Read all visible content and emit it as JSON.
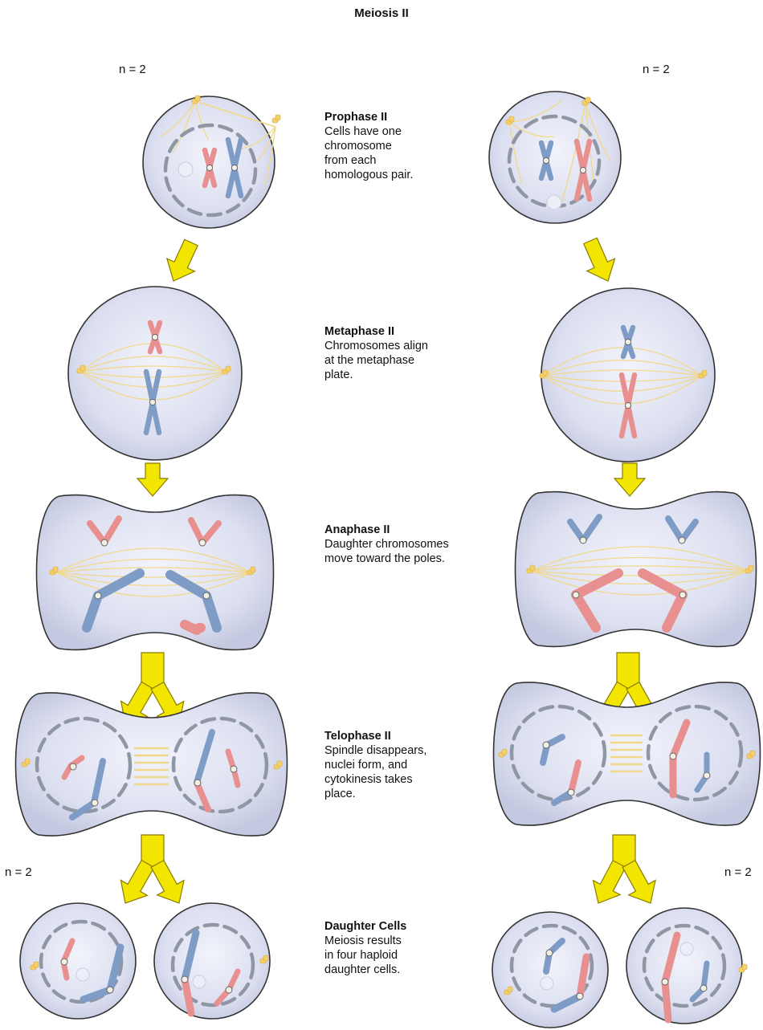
{
  "title": "Meiosis II",
  "ploidy_labels": {
    "left_top": "n = 2",
    "right_top": "n = 2",
    "left_bottom": "n = 2",
    "right_bottom": "n = 2"
  },
  "stages": [
    {
      "title": "Prophase II",
      "lines": [
        "Cells have one",
        "chromosome",
        "from each",
        "homologous pair."
      ]
    },
    {
      "title": "Metaphase II",
      "lines": [
        "Chromosomes align",
        "at the metaphase",
        "plate."
      ]
    },
    {
      "title": "Anaphase II",
      "lines": [
        "Daughter chromosomes",
        "move toward the poles."
      ]
    },
    {
      "title": "Telophase II",
      "lines": [
        "Spindle disappears,",
        "nuclei form, and",
        "cytokinesis takes",
        "place."
      ]
    },
    {
      "title": "Daughter Cells",
      "lines": [
        "Meiosis results",
        "in four haploid",
        "daughter cells."
      ]
    }
  ],
  "colors": {
    "cell_fill": "#dcdff0",
    "cell_stroke": "#333333",
    "nuclear_envelope": "#8f97a5",
    "spindle": "#f1d98a",
    "chromosome_red": "#e89090",
    "chromosome_blue": "#7e9cc6",
    "arrow_fill": "#f2e600",
    "arrow_stroke": "#8a7a00",
    "centriole": "#f4cf6a"
  }
}
